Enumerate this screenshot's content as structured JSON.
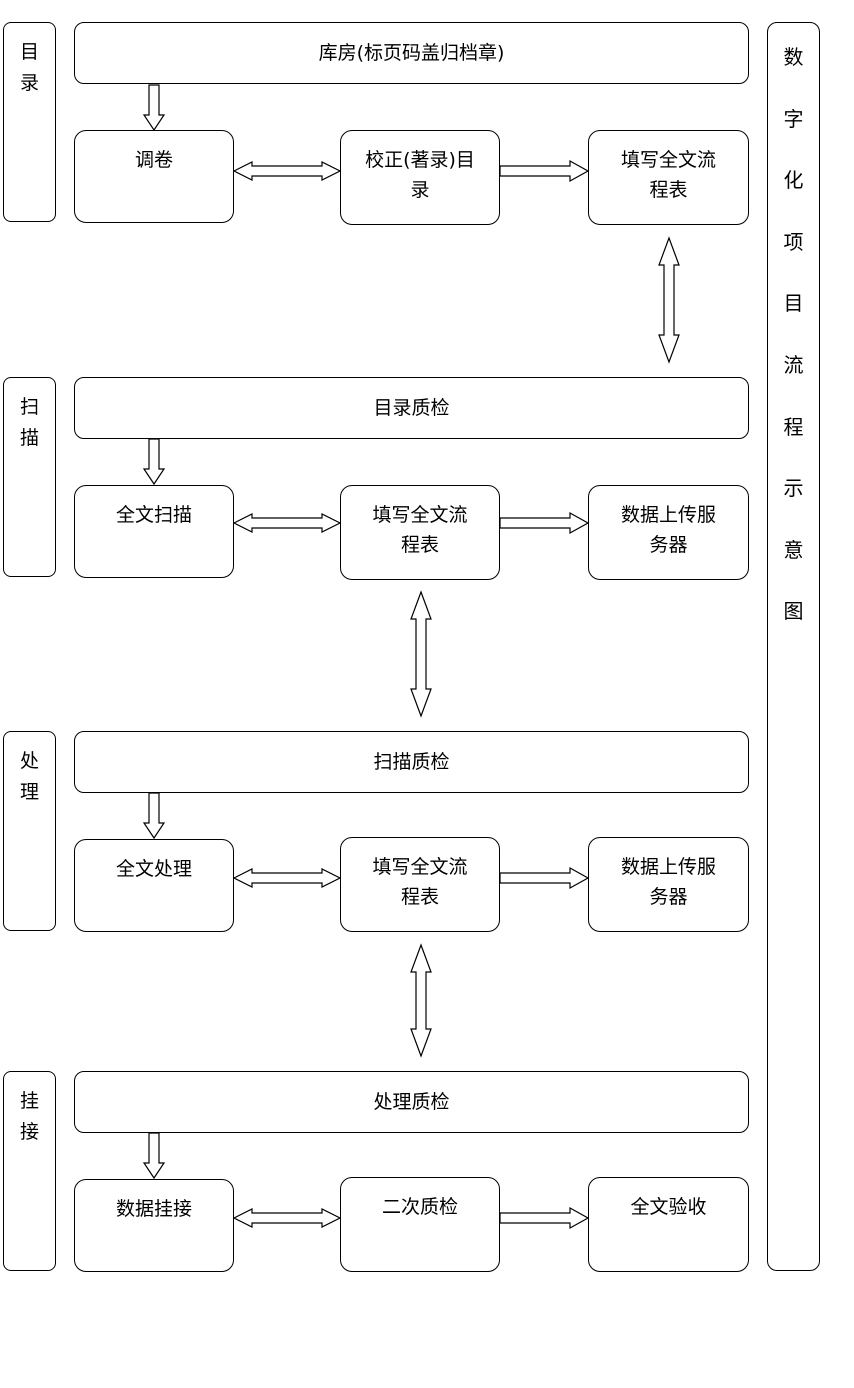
{
  "title": "数字化项目流程示意图",
  "stages": [
    {
      "label": "目录",
      "header": "库房(标页码盖归档章)",
      "steps": [
        "调卷",
        "校正(著录)目录",
        "填写全文流程表"
      ]
    },
    {
      "label": "扫描",
      "header": "目录质检",
      "steps": [
        "全文扫描",
        "填写全文流程表",
        "数据上传服务器"
      ]
    },
    {
      "label": "处理",
      "header": "扫描质检",
      "steps": [
        "全文处理",
        "填写全文流程表",
        "数据上传服务器"
      ]
    },
    {
      "label": "挂接",
      "header": "处理质检",
      "steps": [
        "数据挂接",
        "二次质检",
        "全文验收"
      ]
    }
  ]
}
